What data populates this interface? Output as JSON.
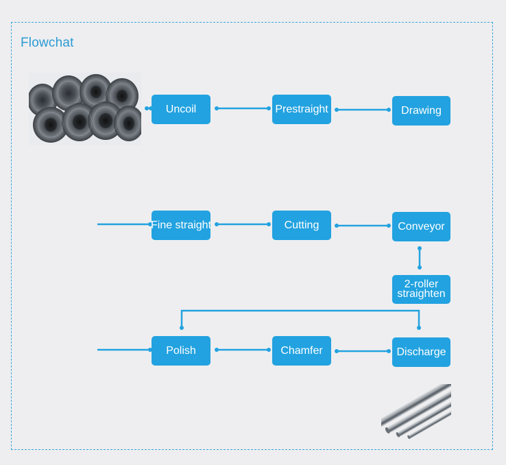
{
  "diagram": {
    "title": "Flowchat",
    "colors": {
      "accent": "#22a2e0",
      "border": "#3aa6dc",
      "background": "#eeeef0",
      "node_text": "#ffffff"
    },
    "nodes": {
      "uncoil": "Uncoil",
      "prestraight": "Prestraight",
      "drawing": "Drawing",
      "fine_straight": "Fine straight",
      "cutting": "Cutting",
      "conveyor": "Conveyor",
      "roller_line1": "2-roller",
      "roller_line2": "straighten",
      "polish": "Polish",
      "chamfer": "Chamfer",
      "discharge": "Discharge"
    },
    "images": {
      "input": "steel-wire-coils",
      "output": "steel-rods"
    }
  }
}
